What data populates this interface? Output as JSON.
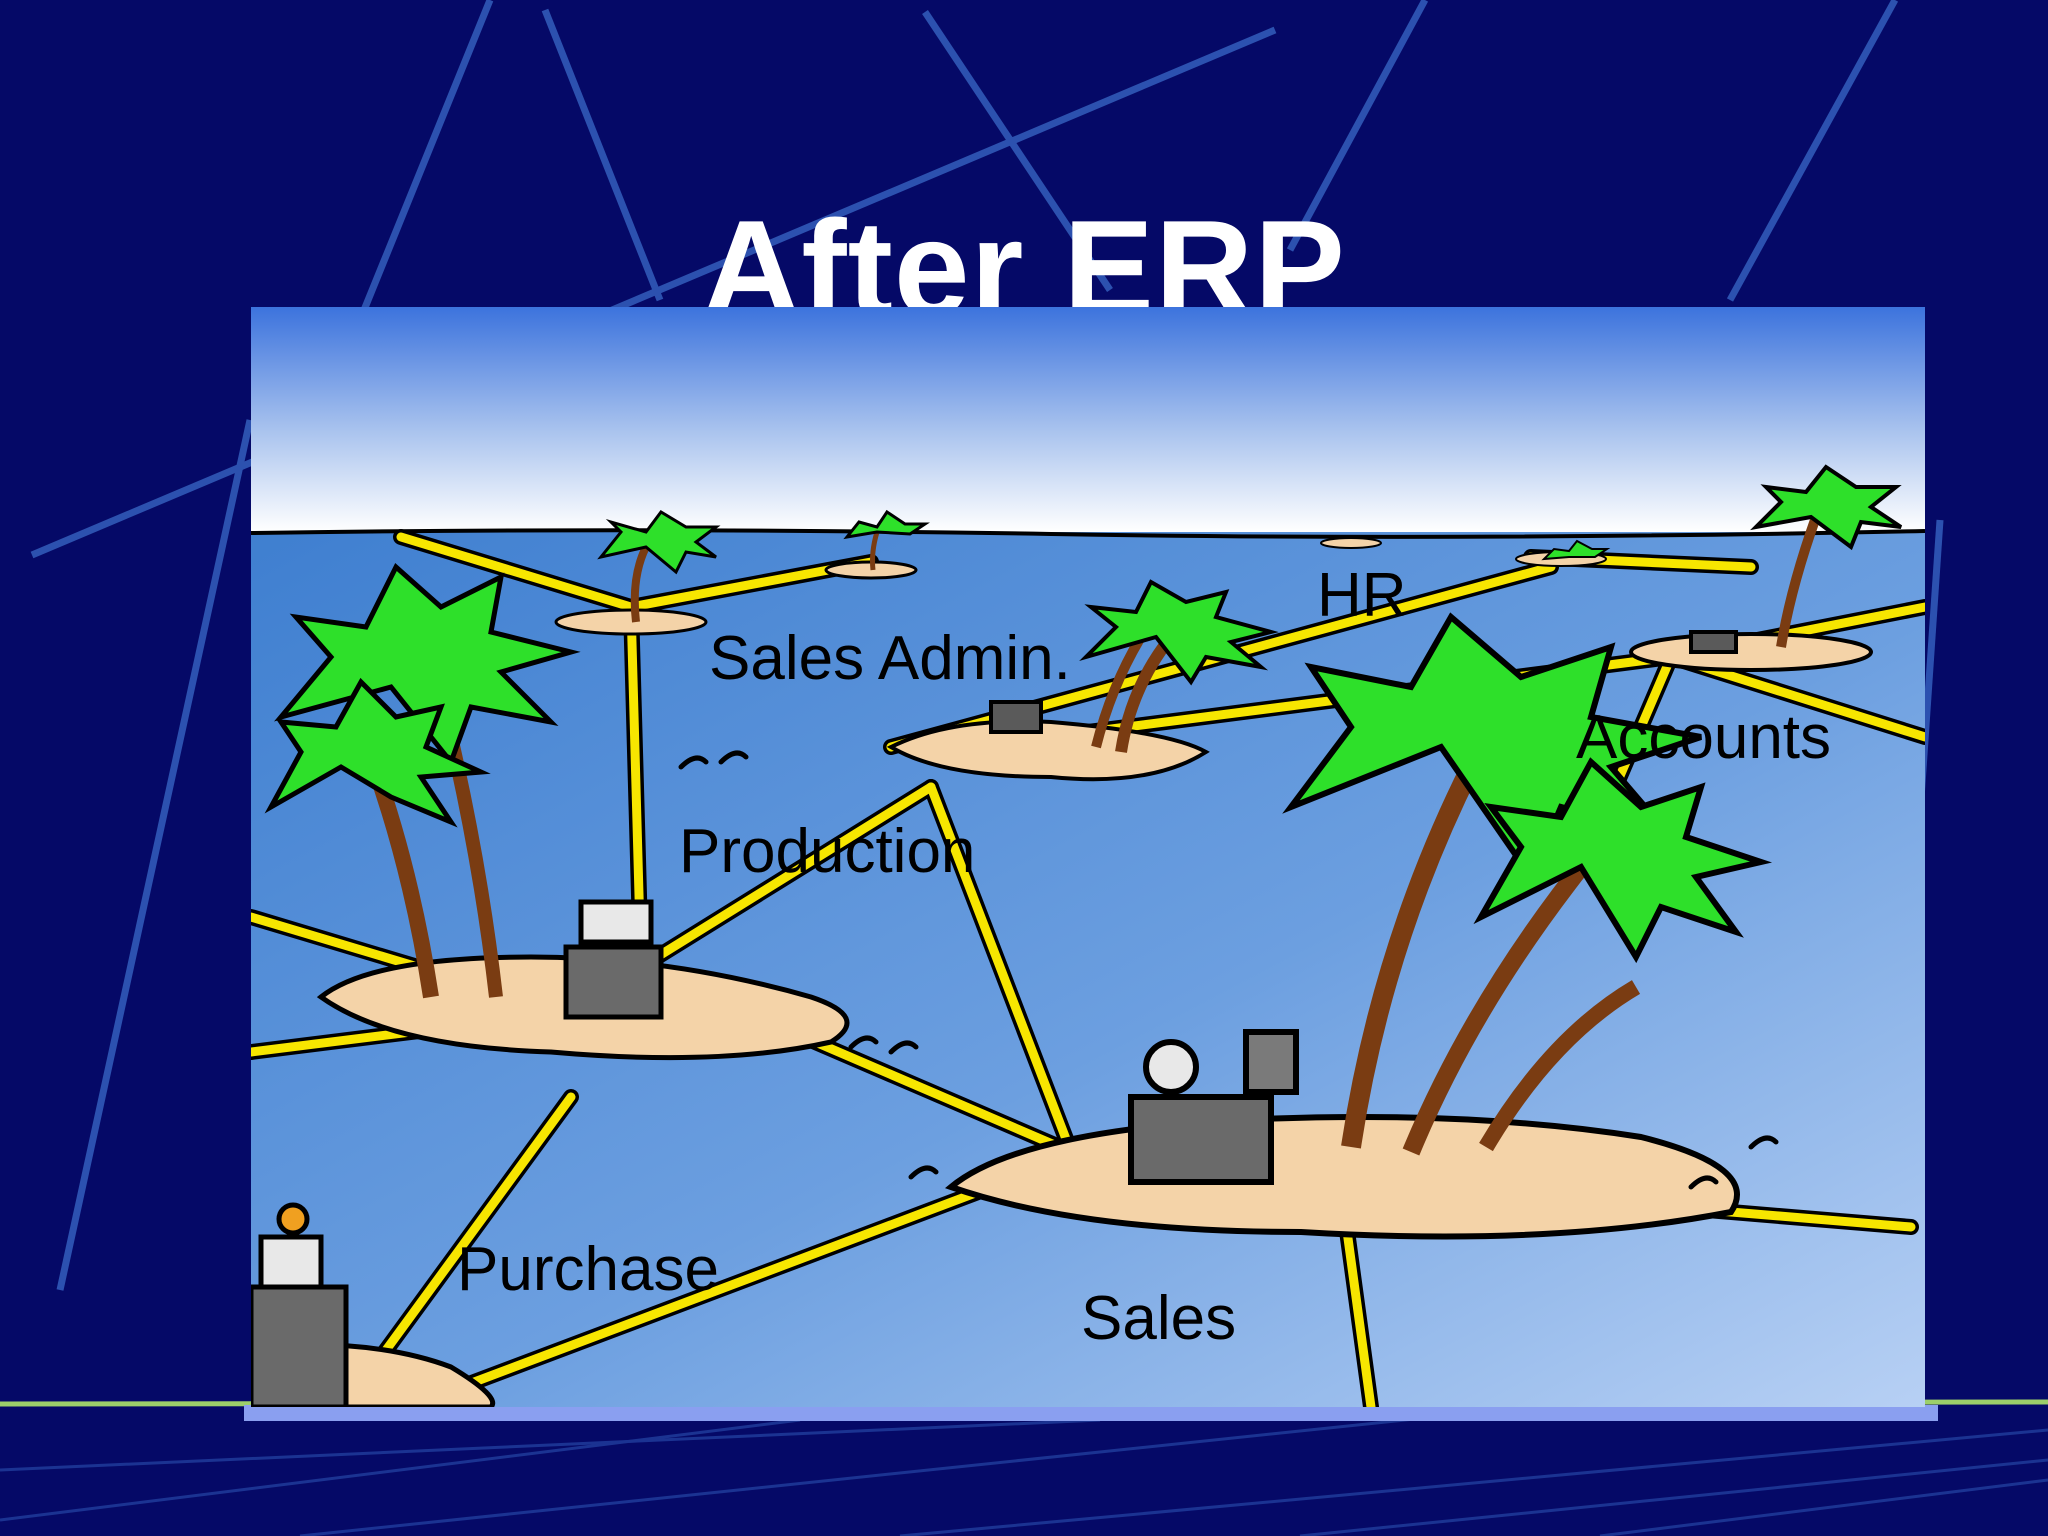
{
  "slide": {
    "title": "After ERP",
    "background_color": "#04085e",
    "accent_line_color": "#3f6fd0",
    "floor_line_color": "#9ccf6a"
  },
  "diagram": {
    "link_color": "#f7e600",
    "sea_top_color": "#3c73dd",
    "sand_color": "#f4d3a8",
    "palm_color": "#2ee02a",
    "islands": [
      {
        "id": "hr",
        "label": "HR"
      },
      {
        "id": "sales-admin",
        "label": "Sales Admin."
      },
      {
        "id": "accounts",
        "label": "Accounts"
      },
      {
        "id": "production",
        "label": "Production"
      },
      {
        "id": "purchase",
        "label": "Purchase"
      },
      {
        "id": "sales",
        "label": "Sales"
      }
    ]
  }
}
